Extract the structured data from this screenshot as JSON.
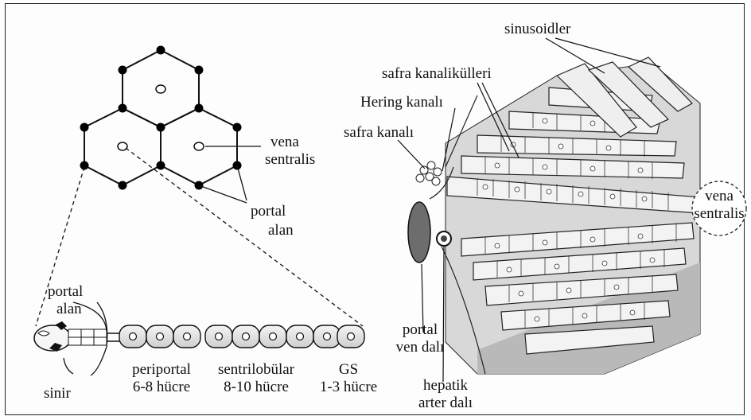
{
  "labels": {
    "vena_sentralis_left_1": "vena",
    "vena_sentralis_left_2": "sentralis",
    "portal_alan_top_1": "portal",
    "portal_alan_top_2": "alan",
    "portal_alan_bottom_1": "portal",
    "portal_alan_bottom_2": "alan",
    "sinir": "sinir",
    "periportal_1": "periportal",
    "periportal_2": "6-8 hücre",
    "sentrilobular_1": "sentrilobülar",
    "sentrilobular_2": "8-10 hücre",
    "gs_1": "GS",
    "gs_2": "1-3 hücre",
    "sinusoidler": "sinusoidler",
    "safra_kanalikulleri": "safra kanalikülleri",
    "hering_kanali": "Hering kanalı",
    "safra_kanali": "safra kanalı",
    "vena_sentralis_right_1": "vena",
    "vena_sentralis_right_2": "sentralis",
    "portal_ven_1": "portal",
    "portal_ven_2": "ven dalı",
    "hepatik_1": "hepatik",
    "hepatik_2": "arter dalı"
  }
}
